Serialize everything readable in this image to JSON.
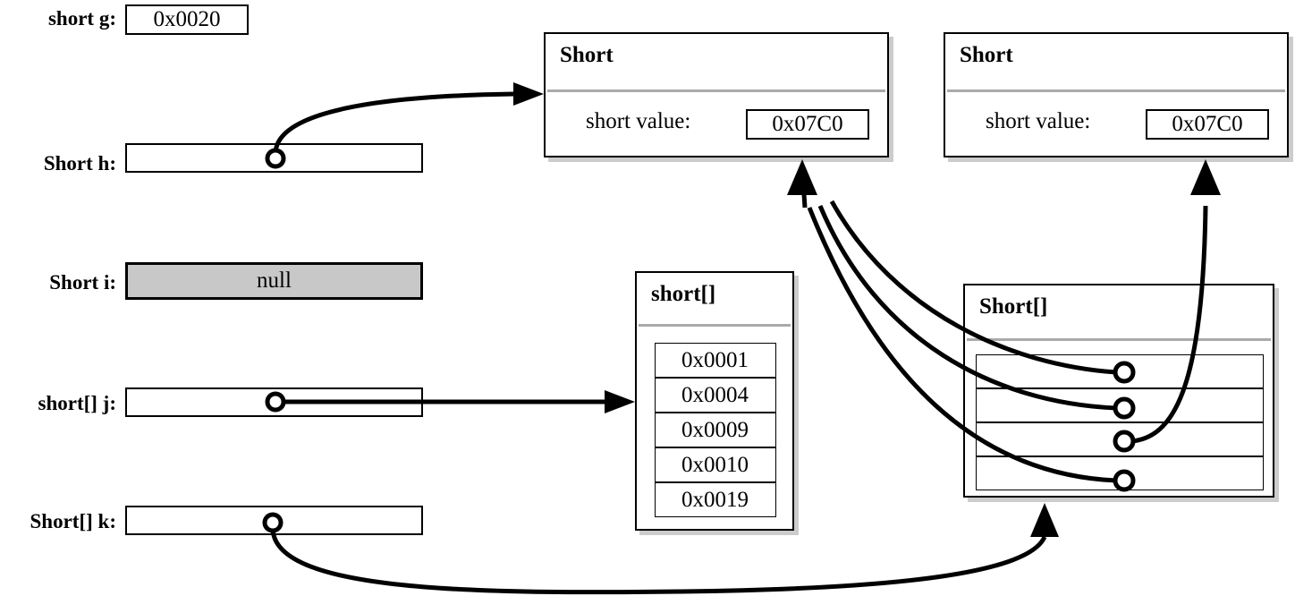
{
  "diagram": {
    "title": "java-memory-short-variables",
    "stack_variables": [
      {
        "label": "short g:",
        "kind": "value",
        "value": "0x0020"
      },
      {
        "label": "Short h:",
        "kind": "pointer",
        "value": ""
      },
      {
        "label": "Short i:",
        "kind": "null",
        "value": "null"
      },
      {
        "label": "short[] j:",
        "kind": "pointer",
        "value": ""
      },
      {
        "label": "Short[] k:",
        "kind": "pointer",
        "value": ""
      }
    ],
    "heap_objects": [
      {
        "id": "short-object-1",
        "type_name": "Short",
        "field_label": "short value:",
        "field_value": "0x07C0"
      },
      {
        "id": "short-object-2",
        "type_name": "Short",
        "field_label": "short value:",
        "field_value": "0x07C0"
      },
      {
        "id": "short-primitive-array",
        "type_name": "short[]",
        "cells": [
          "0x0001",
          "0x0004",
          "0x0009",
          "0x0010",
          "0x0019"
        ]
      },
      {
        "id": "short-object-array",
        "type_name": "Short[]",
        "cells": [
          "",
          "",
          "",
          ""
        ]
      }
    ],
    "colors": {
      "stroke": "#000000",
      "background": "#ffffff",
      "null_fill": "#c8c8c8",
      "separator": "#aaaaaa",
      "shadow": "#cccccc"
    }
  }
}
